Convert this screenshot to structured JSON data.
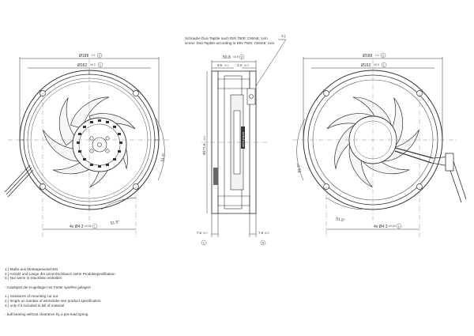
{
  "screw_note": {
    "de": "Schraube Duo-Taptite nach DIN 7500; CM4x8; 1xm",
    "en": "screw: Duo-Taptite according to DIN 7500; CM4x8; 1xm",
    "ref": "3.)"
  },
  "front": {
    "dim_outer": "Ø188",
    "dim_outer_tol": "1.1",
    "dim_outer_ref": "2",
    "dim_pitch": "Ø162",
    "dim_pitch_tol": "±0.3",
    "dim_pitch_ref": "1",
    "angle_right": "51.5°",
    "angle_bottom": "51.5°",
    "hole_label": "4x Ø4.3",
    "hole_tol": "±0.15",
    "hole_ref": "1"
  },
  "side": {
    "depth": "50.8",
    "depth_tol": "±0.5",
    "depth_ref": "3",
    "offset_left": "9.5",
    "offset_left_tol": "±0.3",
    "offset_right": "3.3",
    "offset_right_tol": "±0.3",
    "height": "Ø171.5",
    "height_tol": "±0.5",
    "flange_left": "7.6",
    "flange_left_tol": "±0.3",
    "flange_right": "7.6",
    "flange_right_tol": "±0.3",
    "ref_left": "1",
    "ref_right": "5",
    "brand": "ebm-papst"
  },
  "rear": {
    "dim_outer": "Ø188",
    "dim_outer_tol": "1.1",
    "dim_outer_ref": "2",
    "dim_pitch": "Ø162",
    "dim_pitch_tol": "±0.3",
    "dim_pitch_ref": "1",
    "angle_left": "51.5°",
    "angle_bottom": "51.5°",
    "hole_label": "4x Ø4.3",
    "hole_tol": "±0.15",
    "hole_ref": "1"
  },
  "notes": {
    "de": [
      "1.) Maße aus Montageausschnitt",
      "2.) Anzahl und Länge der Litzen/Schlauch siehe Produktspezifikation",
      "3.) Nur wenn in Stückliste enthalten"
    ],
    "de_extra": "- Axialspiel der Kugellager mit Feder spielfrei gelagert",
    "en": [
      "1.) measures of mounting cut out",
      "2.) length an number of wires/tube see product specification",
      "3.) only if it included in bill of material"
    ],
    "en_extra": "- ball bearing without clearance by a pre-load spring"
  }
}
